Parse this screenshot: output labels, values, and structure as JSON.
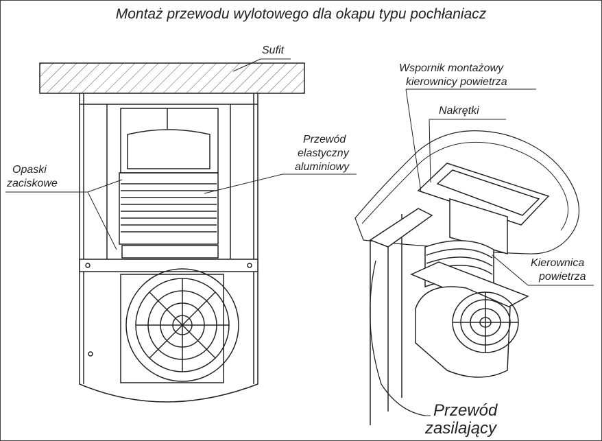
{
  "title": "Montaż przewodu wylotowego dla okapu typu pochłaniacz",
  "labels": {
    "sufit": "Sufit",
    "wspornik_1": "Wspornik montażowy",
    "wspornik_2": "kierownicy powietrza",
    "nakretki": "Nakrętki",
    "przewod_1": "Przewód",
    "przewod_2": "elastyczny",
    "przewod_3": "aluminiowy",
    "opaski_1": "Opaski",
    "opaski_2": "zaciskowe",
    "kierownica_1": "Kierownica",
    "kierownica_2": "powietrza",
    "zasilajacy_1": "Przewód",
    "zasilajacy_2": "zasilający"
  }
}
